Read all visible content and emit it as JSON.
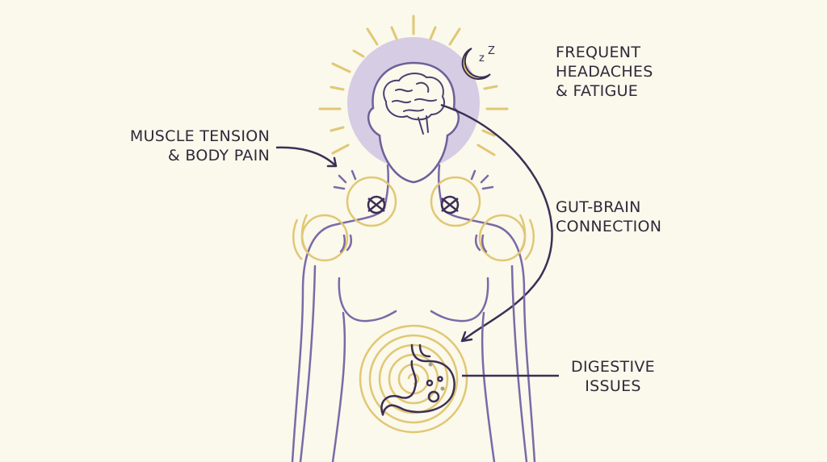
{
  "colors": {
    "background": "#fbf8ec",
    "outline": "#7a6aa6",
    "dark_line": "#3c2f55",
    "gold": "#e0c873",
    "halo": "#c9bde0",
    "text": "#2e2a3a"
  },
  "labels": {
    "headaches": {
      "line1": "FREQUENT",
      "line2": "HEADACHES",
      "line3": "& FATIGUE"
    },
    "muscle": {
      "line1": "MUSCLE TENSION",
      "line2": "& BODY PAIN"
    },
    "gut_brain": {
      "line1": "GUT-BRAIN",
      "line2": "CONNECTION"
    },
    "digestive": {
      "line1": "DIGESTIVE",
      "line2": "ISSUES"
    }
  },
  "icons": {
    "moon": "crescent-moon-icon",
    "sleep": "zz-icon",
    "brain": "brain-icon",
    "knot": "knot-icon",
    "stomach": "stomach-icon"
  },
  "sleep_text": "z",
  "sleep_text2": "Z"
}
